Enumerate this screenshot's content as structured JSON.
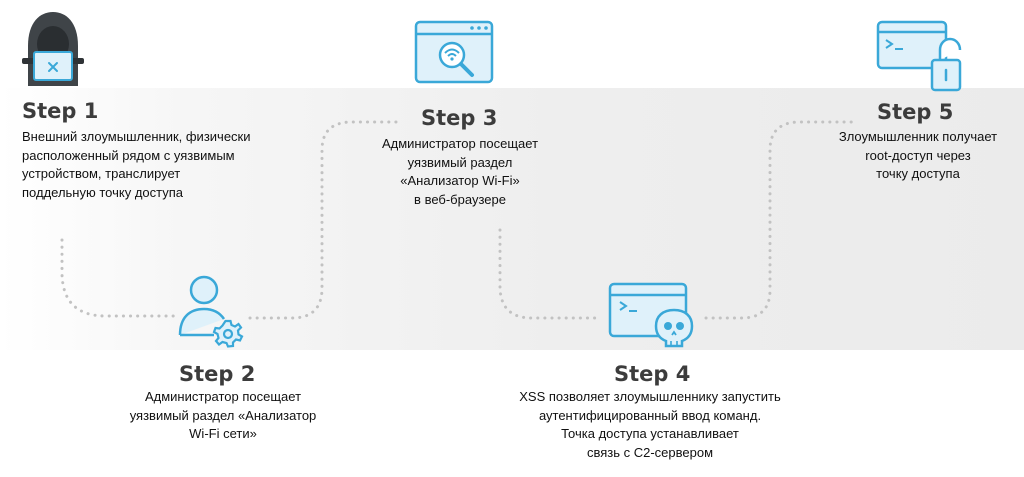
{
  "colors": {
    "accent": "#3aa8d8",
    "icon_fill": "#dff1fa",
    "dots": "#c2c2c2",
    "title": "#3c3c3c"
  },
  "steps": [
    {
      "title": "Step 1",
      "icon": "hooded-hacker-laptop-icon",
      "lines": [
        "Внешний злоумышленник, физически",
        "расположенный рядом с уязвимым",
        "устройством, транслирует",
        "поддельную точку доступа"
      ]
    },
    {
      "title": "Step 2",
      "icon": "admin-user-gear-icon",
      "lines": [
        "Администратор посещает",
        "уязвимый раздел «Анализатор",
        "Wi-Fi сети»"
      ]
    },
    {
      "title": "Step 3",
      "icon": "browser-wifi-search-icon",
      "lines": [
        "Администратор посещает",
        "уязвимый раздел",
        "«Анализатор Wi-Fi»",
        "в веб-браузере"
      ]
    },
    {
      "title": "Step 4",
      "icon": "terminal-skull-icon",
      "lines": [
        "XSS позволяет злоумышленнику запустить",
        "аутентифицированный ввод команд.",
        "Точка доступа устанавливает",
        "связь с C2-сервером"
      ]
    },
    {
      "title": "Step 5",
      "icon": "terminal-unlocked-padlock-icon",
      "lines": [
        "Злоумышленник получает",
        "root-доступ через",
        "точку доступа"
      ]
    }
  ]
}
